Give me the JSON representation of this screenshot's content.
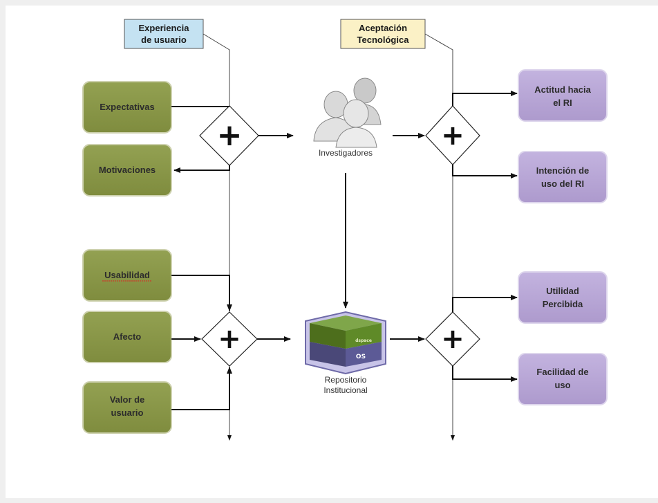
{
  "headers": {
    "ux": [
      "Experiencia",
      "de usuario"
    ],
    "tech": [
      "Aceptación",
      "Tecnológica"
    ]
  },
  "left_boxes": {
    "expectativas": [
      "Expectativas"
    ],
    "motivaciones": [
      "Motivaciones"
    ],
    "usabilidad": [
      "Usabilidad"
    ],
    "afecto": [
      "Afecto"
    ],
    "valor": [
      "Valor de",
      "usuario"
    ]
  },
  "right_boxes": {
    "actitud": [
      "Actitud hacia",
      "el RI"
    ],
    "intencion": [
      "Intención de",
      "uso del RI"
    ],
    "utilidad": [
      "Utilidad",
      "Percibida"
    ],
    "facilidad": [
      "Facilidad de",
      "uso"
    ]
  },
  "nodes": {
    "investigadores": "Investigadores",
    "repositorio": [
      "Repositorio",
      "Institucional"
    ],
    "repo_top_label": "dspace",
    "repo_bottom_label": "OS"
  },
  "combine_symbol": "+",
  "colors": {
    "olive_box": "#8a9848",
    "olive_border": "#c8cda8",
    "purple_box": "#b8a6d6",
    "purple_border": "#d8cfe8",
    "ux_header": "#c4e2f2",
    "tech_header": "#fbf1c6",
    "repo_purple": "#6e6aa8",
    "repo_green": "#5f7f2a"
  }
}
